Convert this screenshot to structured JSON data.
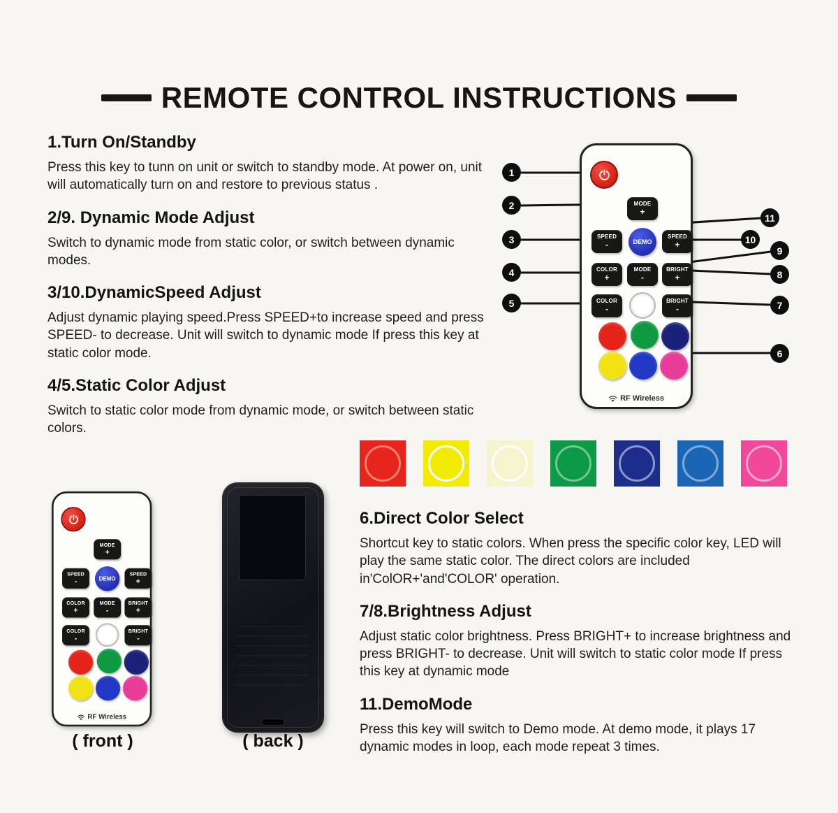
{
  "page": {
    "title": "REMOTE CONTROL INSTRUCTIONS",
    "front_label": "( front )",
    "back_label": "( back )"
  },
  "sections": {
    "left": [
      {
        "heading": "1.Turn On/Standby",
        "body": "Press this key to tunn on unit or switch to standby mode. At power on, unit will automatically turn on and restore to previous status ."
      },
      {
        "heading": "2/9. Dynamic Mode Adjust",
        "body": "Switch to dynamic mode from static color, or switch between dynamic modes."
      },
      {
        "heading": "3/10.DynamicSpeed Adjust",
        "body": "Adjust dynamic playing speed.Press SPEED+to increase speed and press SPEED- to decrease. Unit will switch to dynamic mode If press this key at static color mode."
      },
      {
        "heading": "4/5.Static Color Adjust",
        "body": "Switch to static color mode from dynamic mode, or switch between static colors."
      }
    ],
    "right": [
      {
        "heading": "6.Direct Color Select",
        "body": "Shortcut key to static colors. When press the specific color key, LED will play the same static color. The direct colors are included in'ColOR+'and'COLOR' operation."
      },
      {
        "heading": "7/8.Brightness Adjust",
        "body": "Adjust static color brightness. Press BRIGHT+ to increase brightness and press BRIGHT- to decrease. Unit will switch to static color mode If press this key at dynamic mode"
      },
      {
        "heading": "11.DemoMode",
        "body": "Press this key will switch to Demo mode. At demo mode, it plays 17 dynamic modes in loop, each mode repeat 3 times."
      }
    ]
  },
  "callouts": {
    "c1": "1",
    "c2": "2",
    "c3": "3",
    "c4": "4",
    "c5": "5",
    "c6": "6",
    "c7": "7",
    "c8": "8",
    "c9": "9",
    "c10": "10",
    "c11": "11"
  },
  "remote": {
    "brand": "RF Wireless",
    "keys": {
      "mode_plus": {
        "t": "MODE",
        "s": "+"
      },
      "speed_minus": {
        "t": "SPEED",
        "s": "-"
      },
      "demo": {
        "t": "DEMO"
      },
      "speed_plus": {
        "t": "SPEED",
        "s": "+"
      },
      "color_plus": {
        "t": "COLOR",
        "s": "+"
      },
      "mode_minus": {
        "t": "MODE",
        "s": "-"
      },
      "bright_plus": {
        "t": "BRIGHT",
        "s": "+"
      },
      "color_minus": {
        "t": "COLOR",
        "s": "-"
      },
      "bright_minus": {
        "t": "BRIGHT",
        "s": "-"
      }
    },
    "color_keys": {
      "red": "#e42418",
      "green": "#0f9a41",
      "navy": "#1b2079",
      "yellow": "#f1e215",
      "blue": "#2038c4",
      "magenta": "#e93c9a"
    }
  },
  "swatches": [
    {
      "name": "red",
      "color": "#e8251c",
      "ring": "#f0816f"
    },
    {
      "name": "yellow",
      "color": "#f2ea00",
      "ring": "#ffffff"
    },
    {
      "name": "warm-white",
      "color": "#f6f3cf",
      "ring": "#ffffff"
    },
    {
      "name": "green",
      "color": "#0d9a47",
      "ring": "#74c697"
    },
    {
      "name": "navy",
      "color": "#1d2d8c",
      "ring": "#8e95cc"
    },
    {
      "name": "blue",
      "color": "#1b66b4",
      "ring": "#7fabd9"
    },
    {
      "name": "pink",
      "color": "#f0489b",
      "ring": "#f9a9ce"
    }
  ]
}
